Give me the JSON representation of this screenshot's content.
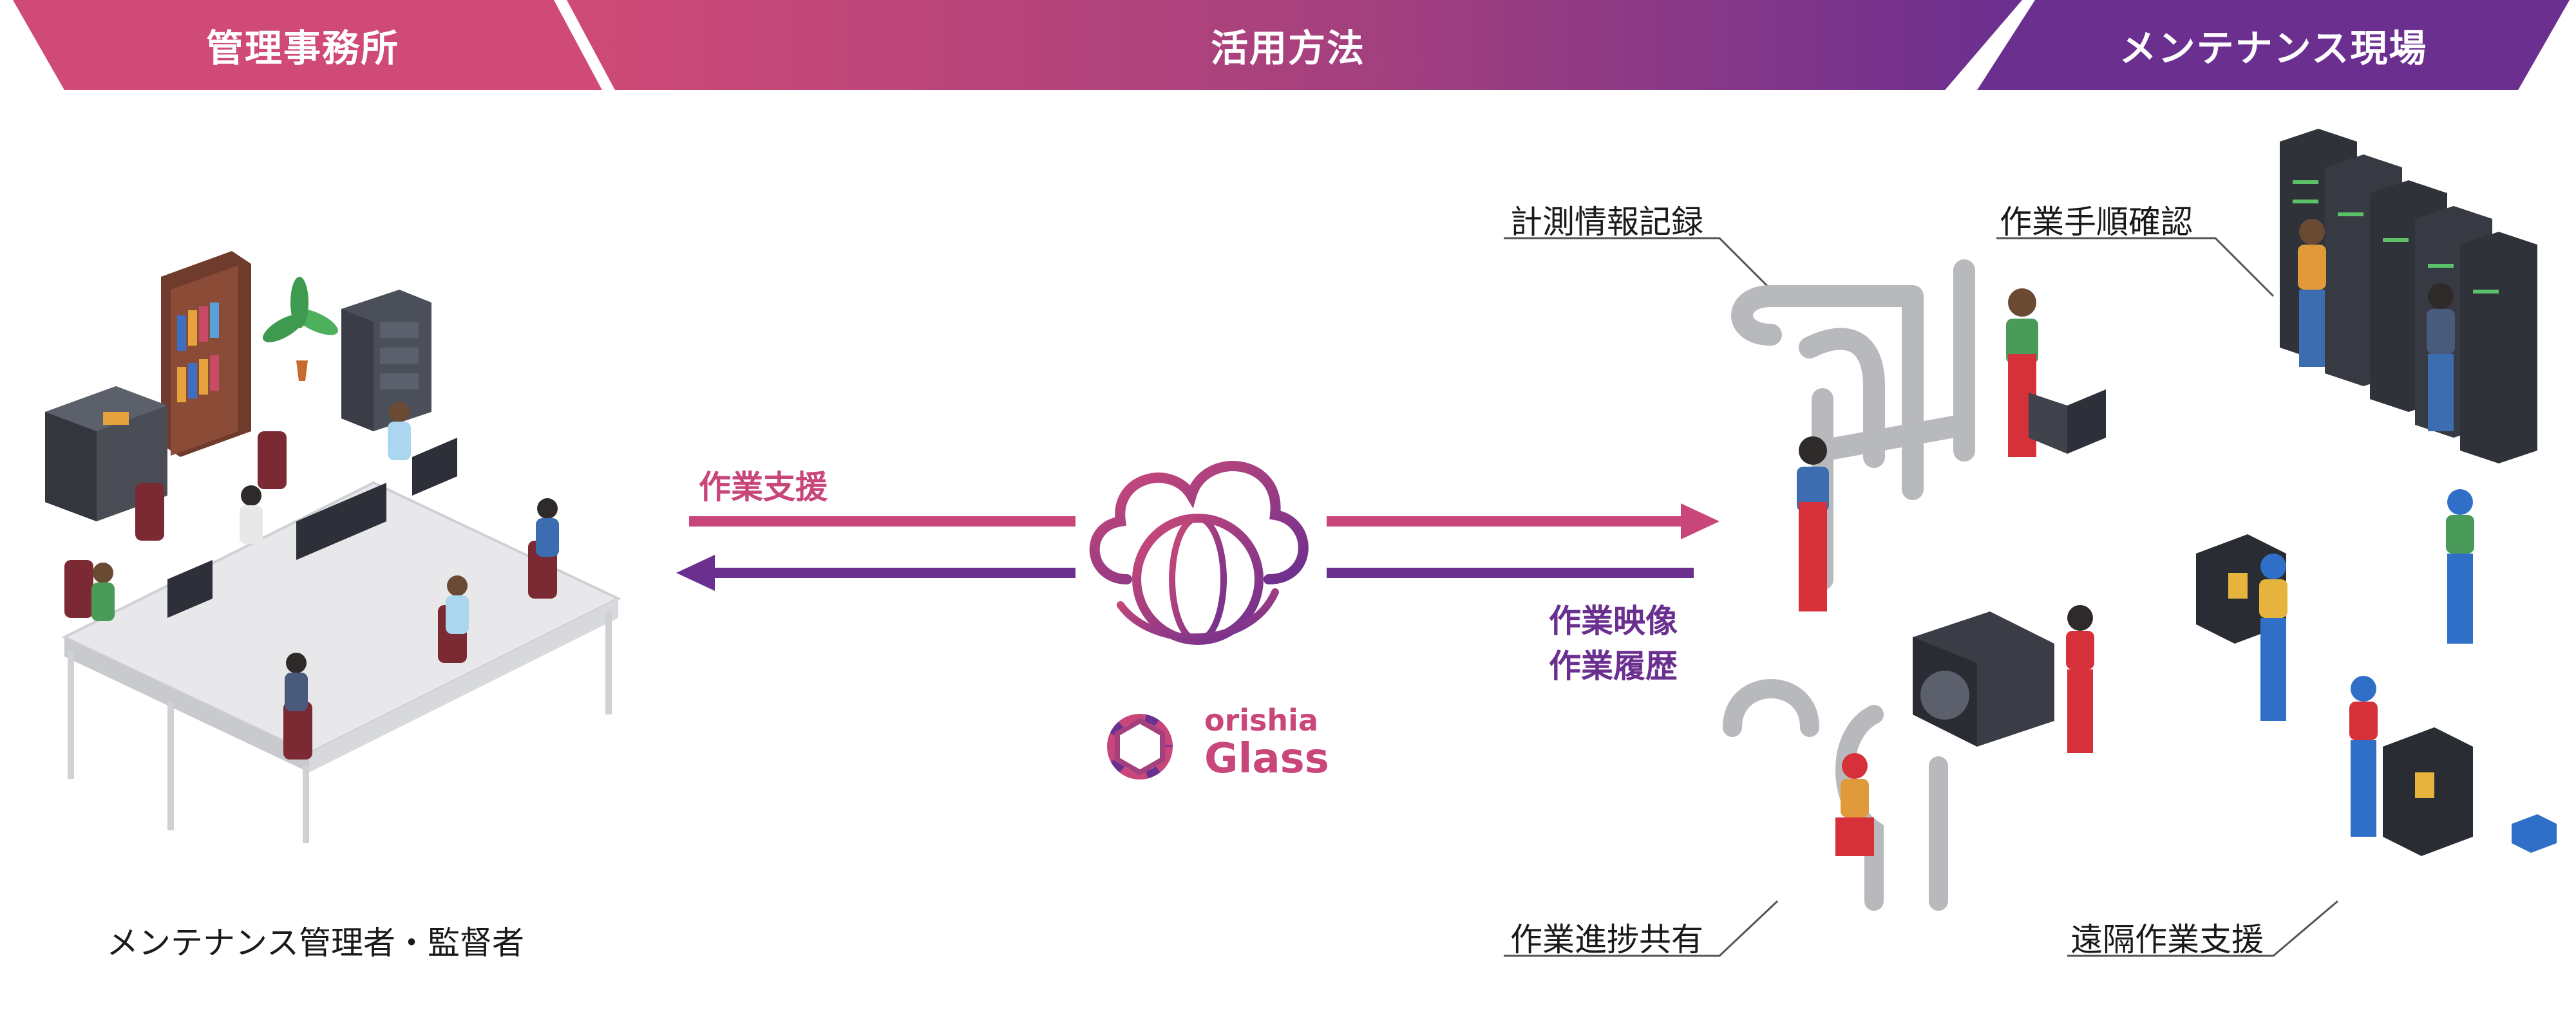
{
  "header": {
    "left_tab": "管理事務所",
    "center_tab": "活用方法",
    "right_tab": "メンテナンス現場"
  },
  "left_section": {
    "caption": "メンテナンス管理者・監督者"
  },
  "center": {
    "top_arrow_label": "作業支援",
    "bottom_arrow_labels": [
      "作業映像",
      "作業履歴"
    ],
    "logo": {
      "small_text": "orishia",
      "large_text": "Glass"
    }
  },
  "right_section": {
    "callouts": {
      "measurement": "計測情報記録",
      "procedure": "作業手順確認",
      "progress": "作業進捗共有",
      "remote": "遠隔作業支援"
    }
  },
  "colors": {
    "pink": "#c8467a",
    "purple": "#6a2f8f",
    "gradient_start": "#cf4a76",
    "gradient_end": "#6b2f90"
  }
}
